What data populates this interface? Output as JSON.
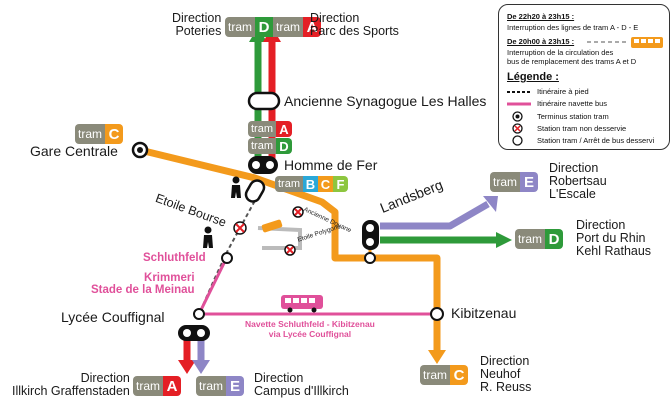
{
  "colors": {
    "tram_A": "#e41f25",
    "tram_B": "#2aa8d8",
    "tram_C": "#f39a1c",
    "tram_D": "#2e9a3a",
    "tram_E": "#8e86c6",
    "tram_F": "#8dc63f",
    "navette": "#e0509a",
    "tram_word_bg": "#8a8a7a"
  },
  "badges": {
    "tram_word": "tram",
    "top_D": "D",
    "top_A": "A",
    "gare_C": "C",
    "synagogue_A": "A",
    "synagogue_D": "D",
    "homme_B": "B",
    "homme_C": "C",
    "homme_F": "F",
    "robertsau_E": "E",
    "port_D": "D",
    "neuhof_C": "C",
    "illkirch_A": "A",
    "campus_E": "E"
  },
  "directions": {
    "poteries": "Direction\nPoteries",
    "parc": "Direction\nParc des Sports",
    "robertsau": "Direction\nRobertsau\nL'Escale",
    "port_du_rhin": "Direction\nPort du Rhin\nKehl Rathaus",
    "neuhof": "Direction\nNeuhof\nR. Reuss",
    "graffenstaden": "Direction\nIllkirch Graffenstaden",
    "campus": "Direction\nCampus d'Illkirch"
  },
  "stations": {
    "synagogue": "Ancienne Synagogue Les Halles",
    "gare_centrale": "Gare Centrale",
    "homme_de_fer": "Homme de Fer",
    "etoile_bourse": "Etoile Bourse",
    "ancienne_douane": "Ancienne Douane",
    "etoile_polygone": "Etoile Polygone",
    "landsberg": "Landsberg",
    "schluthfeld": "Schluthfeld",
    "krimmeri": "Krimmeri\nStade de la Meinau",
    "lycee_couffignal": "Lycée Couffignal",
    "kibitzenau": "Kibitzenau"
  },
  "navette_label": "Navette Schluthfeld - Kibitzenau\nvia Lycée Couffignal",
  "legend": {
    "interruption_time": "De 22h20 à 23h15 :",
    "interruption_text": "Interruption des lignes de tram A - D - E",
    "bus_time": "De 20h00 à 23h15 :",
    "bus_text": "Interruption de la circulation des\nbus de remplacement des trams A et D",
    "title": "Légende :",
    "walk": "Itinéraire à pied",
    "navette": "Itinéraire navette bus",
    "terminus": "Terminus station tram",
    "non_desservie": "Station tram non desservie",
    "bus_stop": "Station tram / Arrêt de bus desservi"
  }
}
